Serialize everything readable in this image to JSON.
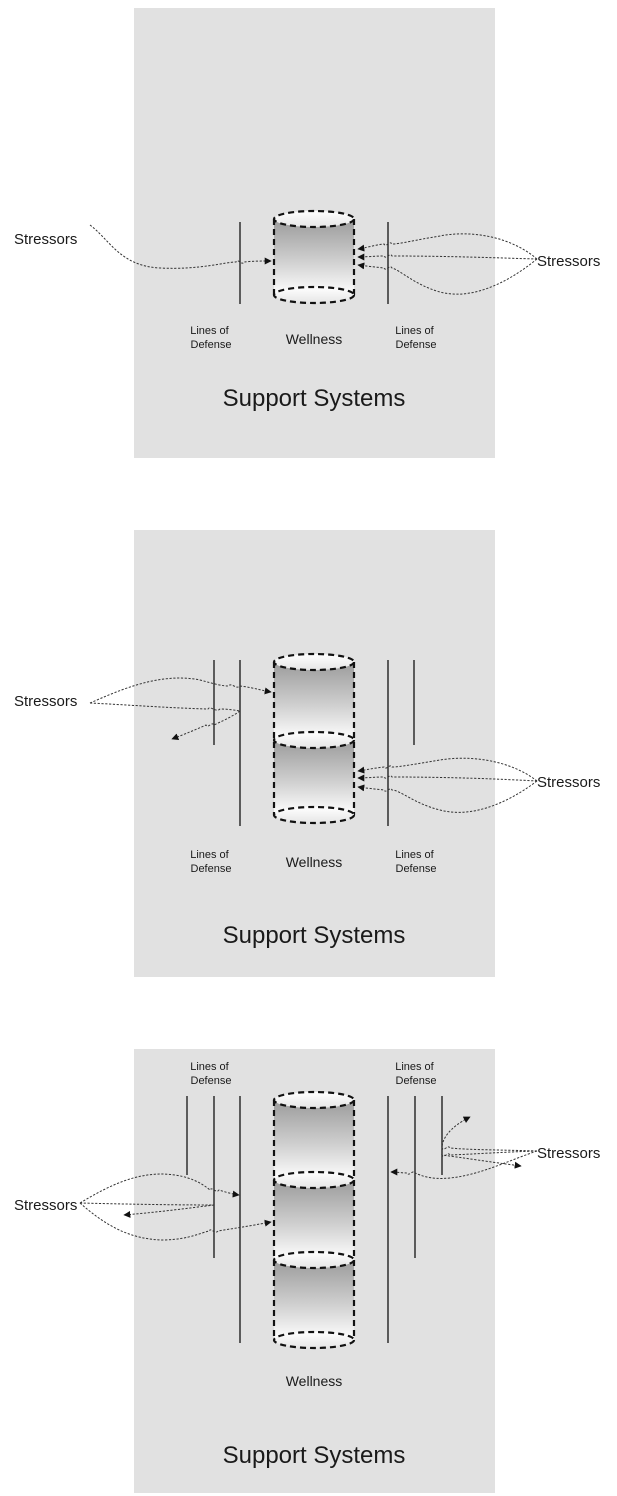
{
  "panels": [
    {
      "support_label": "Support Systems",
      "wellness_label": "Wellness",
      "lines_left_label": [
        "Lines of",
        "Defense"
      ],
      "lines_right_label": [
        "Lines of",
        "Defense"
      ],
      "stressors_left": "Stressors",
      "stressors_right": "Stressors"
    },
    {
      "support_label": "Support Systems",
      "wellness_label": "Wellness",
      "lines_left_label": [
        "Lines of",
        "Defense"
      ],
      "lines_right_label": [
        "Lines of",
        "Defense"
      ],
      "stressors_left": "Stressors",
      "stressors_right": "Stressors"
    },
    {
      "support_label": "Support Systems",
      "wellness_label": "Wellness",
      "lines_left_label": [
        "Lines of",
        "Defense"
      ],
      "lines_right_label": [
        "Lines of",
        "Defense"
      ],
      "stressors_left": "Stressors",
      "stressors_right": "Stressors"
    }
  ]
}
